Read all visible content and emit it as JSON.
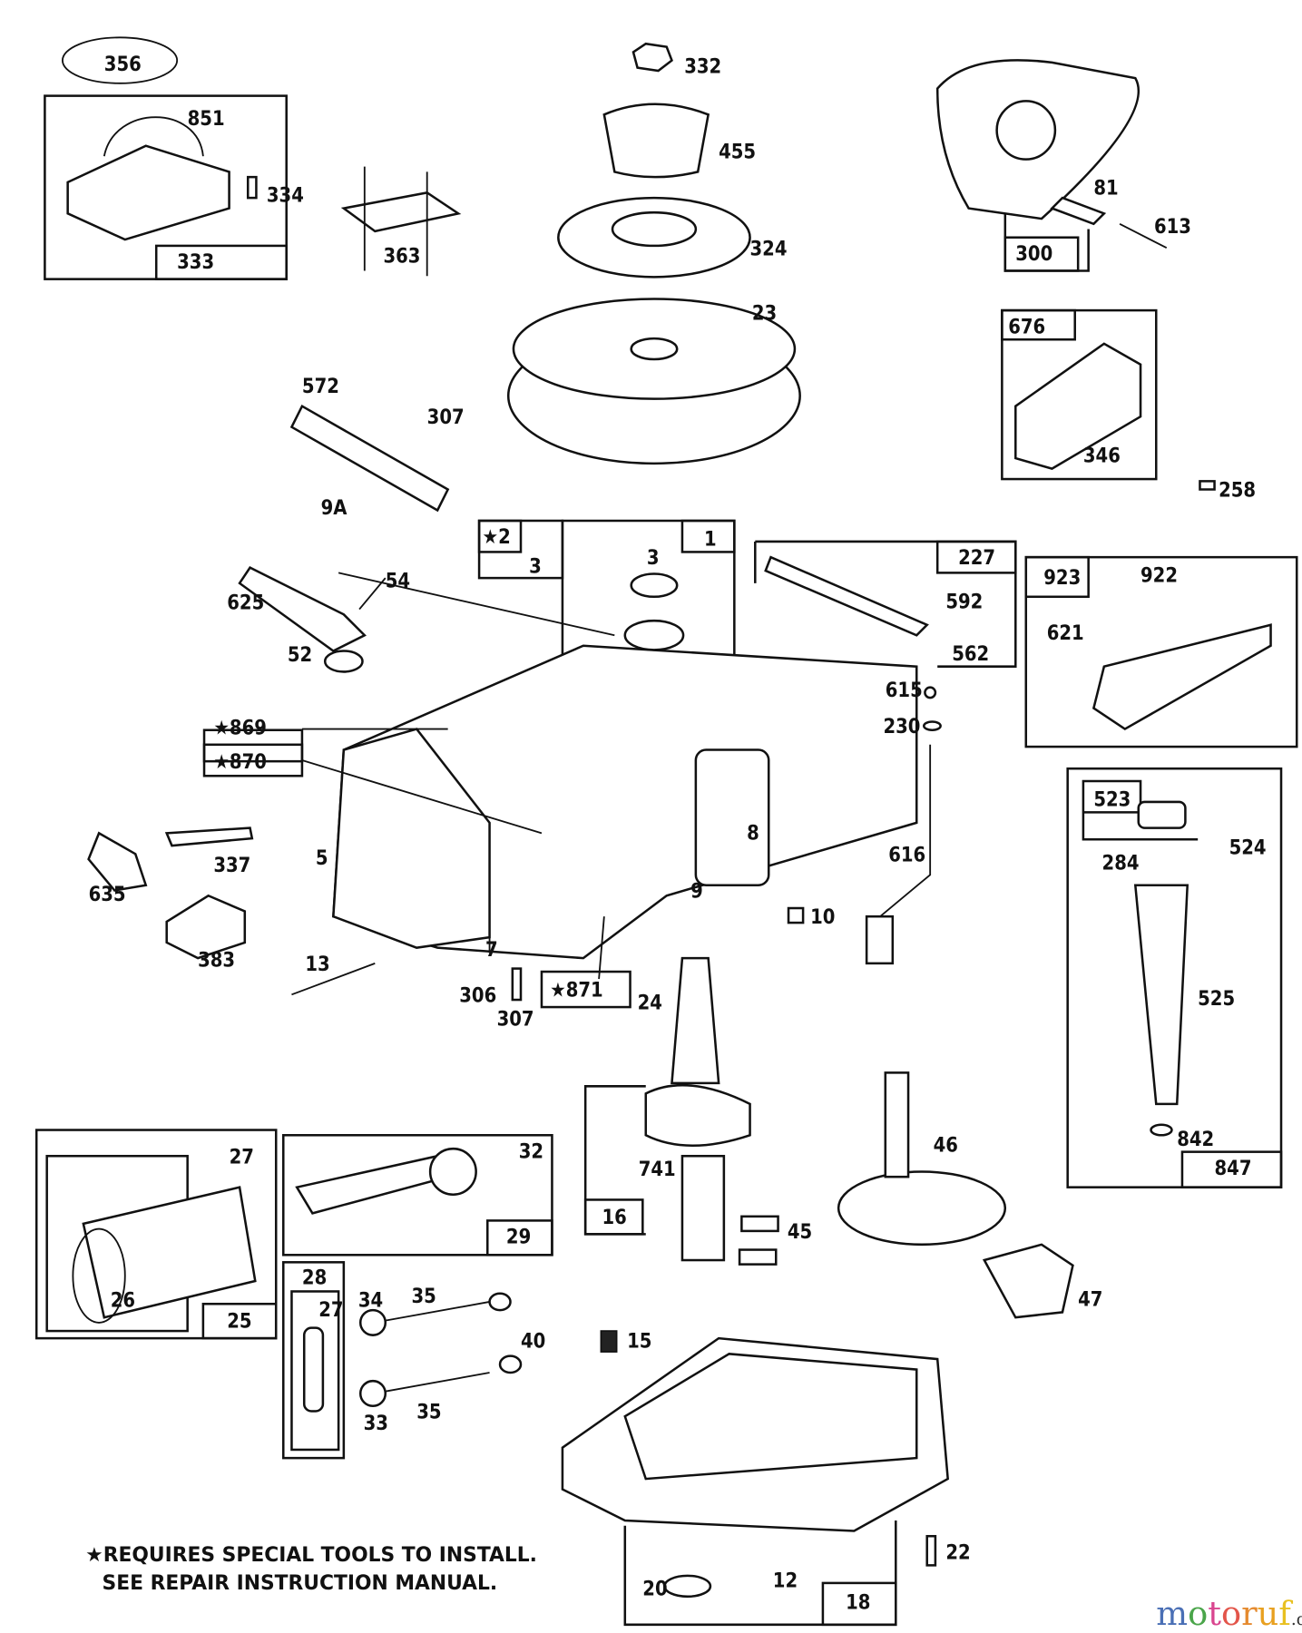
{
  "diagram": {
    "type": "exploded parts diagram",
    "labels": [
      "356",
      "851",
      "334",
      "333",
      "363",
      "332",
      "455",
      "324",
      "23",
      "81",
      "613",
      "300",
      "676",
      "346",
      "258",
      "572",
      "307",
      "9A",
      "★2",
      "3",
      "3",
      "1",
      "227",
      "592",
      "562",
      "923",
      "922",
      "621",
      "625",
      "54",
      "52",
      "615",
      "230",
      "★869",
      "★870",
      "5",
      "8",
      "9",
      "616",
      "10",
      "337",
      "635",
      "383",
      "13",
      "7",
      "306",
      "307",
      "★871",
      "24",
      "523",
      "524",
      "284",
      "525",
      "842",
      "847",
      "27",
      "26",
      "25",
      "32",
      "29",
      "741",
      "16",
      "46",
      "45",
      "47",
      "28",
      "27",
      "34",
      "35",
      "40",
      "33",
      "35",
      "15",
      "22",
      "20",
      "12",
      "18"
    ],
    "note_line1": "★REQUIRES SPECIAL TOOLS TO INSTALL.",
    "note_line2": "SEE REPAIR INSTRUCTION MANUAL.",
    "watermark": {
      "text_main": "motoruf",
      "text_suffix": ".de"
    }
  }
}
